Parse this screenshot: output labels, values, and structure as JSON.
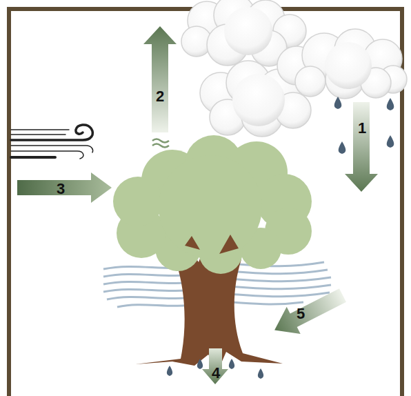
{
  "diagram": {
    "labels": [
      "2",
      "1",
      "3",
      "5",
      "4"
    ]
  }
}
